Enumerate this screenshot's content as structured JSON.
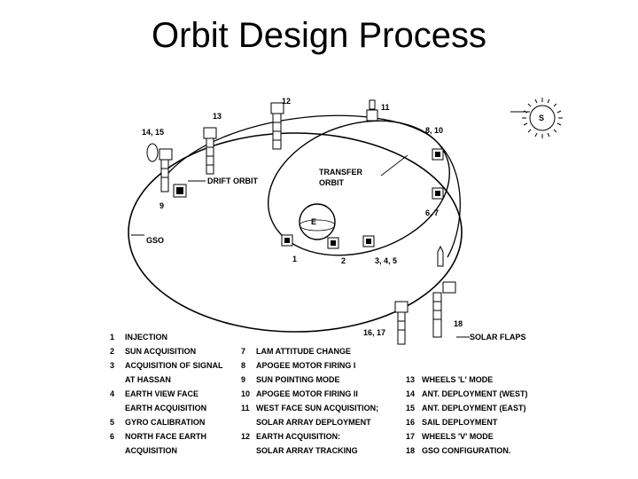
{
  "title": "Orbit Design Process",
  "diagram": {
    "labels": {
      "sun": "S",
      "earth": "E",
      "drift_orbit": "DRIFT ORBIT",
      "transfer_orbit_line1": "TRANSFER",
      "transfer_orbit_line2": "ORBIT",
      "gso": "GSO",
      "solar_flaps": "SOLAR FLAPS",
      "n1": "1",
      "n2": "2",
      "n345": "3, 4, 5",
      "n67": "6, 7",
      "n810": "8, 10",
      "n9": "9",
      "n11": "11",
      "n12": "12",
      "n13": "13",
      "n1415": "14, 15",
      "n1617": "16, 17",
      "n18": "18"
    }
  },
  "legend": [
    {
      "num": "1",
      "text": "INJECTION"
    },
    {
      "num": "2",
      "text": "SUN ACQUISITION"
    },
    {
      "num": "3",
      "text": "ACQUISITION OF SIGNAL"
    },
    {
      "num": "",
      "text": "AT HASSAN"
    },
    {
      "num": "4",
      "text": "EARTH VIEW FACE"
    },
    {
      "num": "",
      "text": "EARTH ACQUISITION"
    },
    {
      "num": "5",
      "text": "GYRO CALIBRATION"
    },
    {
      "num": "6",
      "text": "NORTH FACE EARTH"
    },
    {
      "num": "",
      "text": "ACQUISITION"
    },
    {
      "num": "7",
      "text": "LAM ATTITUDE CHANGE"
    },
    {
      "num": "8",
      "text": "APOGEE MOTOR FIRING I"
    },
    {
      "num": "9",
      "text": "SUN POINTING MODE"
    },
    {
      "num": "10",
      "text": "APOGEE MOTOR FIRING II"
    },
    {
      "num": "11",
      "text": "WEST FACE SUN ACQUISITION;"
    },
    {
      "num": "",
      "text": "SOLAR ARRAY DEPLOYMENT"
    },
    {
      "num": "12",
      "text": "EARTH ACQUISITION:"
    },
    {
      "num": "",
      "text": "SOLAR ARRAY TRACKING"
    },
    {
      "num": "13",
      "text": "WHEELS 'L' MODE"
    },
    {
      "num": "14",
      "text": "ANT. DEPLOYMENT (WEST)"
    },
    {
      "num": "15",
      "text": "ANT. DEPLOYMENT  (EAST)"
    },
    {
      "num": "16",
      "text": "SAIL DEPLOYMENT"
    },
    {
      "num": "17",
      "text": "WHEELS 'V' MODE"
    },
    {
      "num": "18",
      "text": "GSO CONFIGURATION."
    }
  ]
}
